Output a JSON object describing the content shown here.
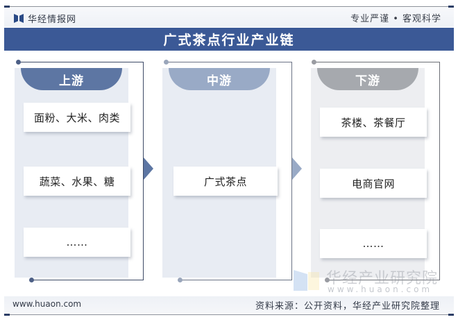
{
  "header": {
    "logo_text": "华经情报网",
    "slogan": "专业严谨 • 客观科学",
    "title": "广式茶点行业产业链"
  },
  "columns": [
    {
      "label": "上游",
      "items": [
        "面粉、大米、肉类",
        "蔬菜、水果、糖",
        "……"
      ]
    },
    {
      "label": "中游",
      "items": [
        "广式茶点"
      ]
    },
    {
      "label": "下游",
      "items": [
        "茶楼、茶餐厅",
        "电商官网",
        "……"
      ]
    }
  ],
  "watermark": {
    "cn": "华经产业研究院",
    "en": "www.huaon.com"
  },
  "footer": {
    "url": "www.huaon.com",
    "source": "资料来源：公开资料，华经产业研究院整理"
  },
  "colors": {
    "title_bar": "#3b5996",
    "upstream_head": "#5d76a3",
    "midstream_head": "#99aac6",
    "downstream_head": "#a6a9ae",
    "frame_line": "#3d4a66"
  }
}
